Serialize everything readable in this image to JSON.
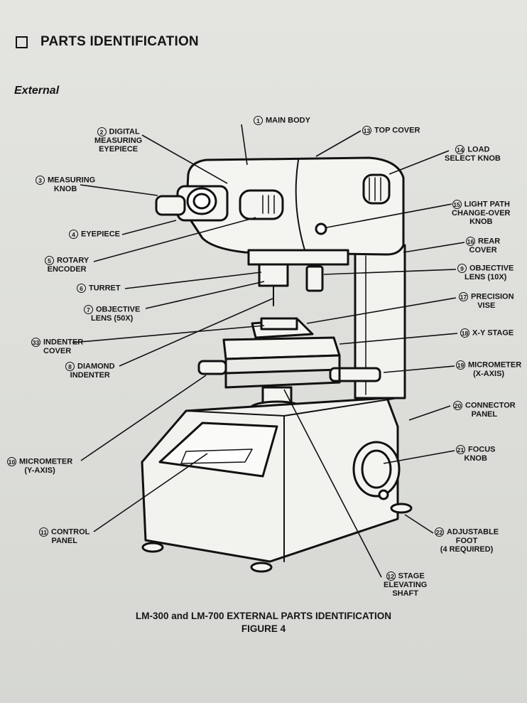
{
  "section": {
    "checkbox_icon": "checkbox-icon",
    "title": "PARTS IDENTIFICATION",
    "subtitle": "External"
  },
  "parts": [
    {
      "num": "1",
      "name": "MAIN BODY"
    },
    {
      "num": "2",
      "name": "DIGITAL\nMEASURING\nEYEPIECE"
    },
    {
      "num": "3",
      "name": "MEASURING\nKNOB"
    },
    {
      "num": "4",
      "name": "EYEPIECE"
    },
    {
      "num": "5",
      "name": "ROTARY\nENCODER"
    },
    {
      "num": "6",
      "name": "TURRET"
    },
    {
      "num": "7",
      "name": "OBJECTIVE\nLENS (50X)"
    },
    {
      "num": "33",
      "name": "INDENTER\nCOVER"
    },
    {
      "num": "8",
      "name": "DIAMOND\nINDENTER"
    },
    {
      "num": "10",
      "name": "MICROMETER\n(Y-AXIS)"
    },
    {
      "num": "11",
      "name": "CONTROL\nPANEL"
    },
    {
      "num": "12",
      "name": "STAGE\nELEVATING\nSHAFT"
    },
    {
      "num": "13",
      "name": "TOP COVER"
    },
    {
      "num": "14",
      "name": "LOAD\nSELECT KNOB"
    },
    {
      "num": "15",
      "name": "LIGHT PATH\nCHANGE-OVER\nKNOB"
    },
    {
      "num": "16",
      "name": "REAR\nCOVER"
    },
    {
      "num": "9",
      "name": "OBJECTIVE\nLENS (10X)"
    },
    {
      "num": "17",
      "name": "PRECISION\nVISE"
    },
    {
      "num": "18",
      "name": "X-Y STAGE"
    },
    {
      "num": "19",
      "name": "MICROMETER\n(X-AXIS)"
    },
    {
      "num": "20",
      "name": "CONNECTOR\nPANEL"
    },
    {
      "num": "21",
      "name": "FOCUS\nKNOB"
    },
    {
      "num": "22",
      "name": "ADJUSTABLE\nFOOT\n(4 REQUIRED)"
    }
  ],
  "caption": {
    "line1": "LM-300 and LM-700 EXTERNAL PARTS IDENTIFICATION",
    "line2": "FIGURE 4"
  }
}
